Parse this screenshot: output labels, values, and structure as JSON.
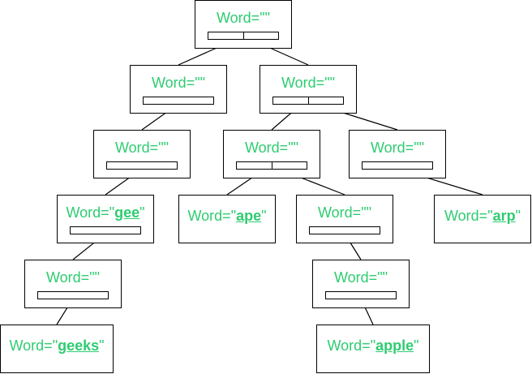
{
  "colors": {
    "text": "#2ecc71",
    "border": "#000000",
    "edge": "#000000",
    "edge_green": "#2ecc71"
  },
  "nodes": [
    {
      "id": "n0",
      "prefix": "Word=",
      "word": "",
      "cells": 2
    },
    {
      "id": "n1",
      "prefix": "Word=",
      "word": "",
      "cells": 1
    },
    {
      "id": "n2",
      "prefix": "Word=",
      "word": "",
      "cells": 2
    },
    {
      "id": "n3",
      "prefix": "Word=",
      "word": "",
      "cells": 1
    },
    {
      "id": "n4",
      "prefix": "Word=",
      "word": "",
      "cells": 2
    },
    {
      "id": "n5",
      "prefix": "Word=",
      "word": "",
      "cells": 1
    },
    {
      "id": "n6",
      "prefix": "Word=",
      "word": "gee",
      "cells": 1
    },
    {
      "id": "n7",
      "prefix": "Word=",
      "word": "ape",
      "cells": 0
    },
    {
      "id": "n8",
      "prefix": "Word=",
      "word": "",
      "cells": 1
    },
    {
      "id": "n9",
      "prefix": "Word=",
      "word": "arp",
      "cells": 0
    },
    {
      "id": "n10",
      "prefix": "Word=",
      "word": "",
      "cells": 1
    },
    {
      "id": "n11",
      "prefix": "Word=",
      "word": "",
      "cells": 1
    },
    {
      "id": "n12",
      "prefix": "Word=",
      "word": "geeks",
      "cells": 0
    },
    {
      "id": "n13",
      "prefix": "Word=",
      "word": "apple",
      "cells": 0
    }
  ],
  "edges": [
    {
      "from": "n0",
      "cell": 0,
      "to": "n1"
    },
    {
      "from": "n0",
      "cell": 1,
      "to": "n2"
    },
    {
      "from": "n1",
      "cell": 0,
      "to": "n3"
    },
    {
      "from": "n2",
      "cell": 0,
      "to": "n4"
    },
    {
      "from": "n2",
      "cell": 1,
      "to": "n5"
    },
    {
      "from": "n3",
      "cell": 0,
      "to": "n6"
    },
    {
      "from": "n4",
      "cell": 0,
      "to": "n7"
    },
    {
      "from": "n4",
      "cell": 1,
      "to": "n8"
    },
    {
      "from": "n5",
      "cell": 0,
      "to": "n9"
    },
    {
      "from": "n6",
      "cell": 0,
      "to": "n10"
    },
    {
      "from": "n8",
      "cell": 0,
      "to": "n11"
    },
    {
      "from": "n10",
      "cell": 0,
      "to": "n12"
    },
    {
      "from": "n11",
      "cell": 0,
      "to": "n13"
    }
  ]
}
